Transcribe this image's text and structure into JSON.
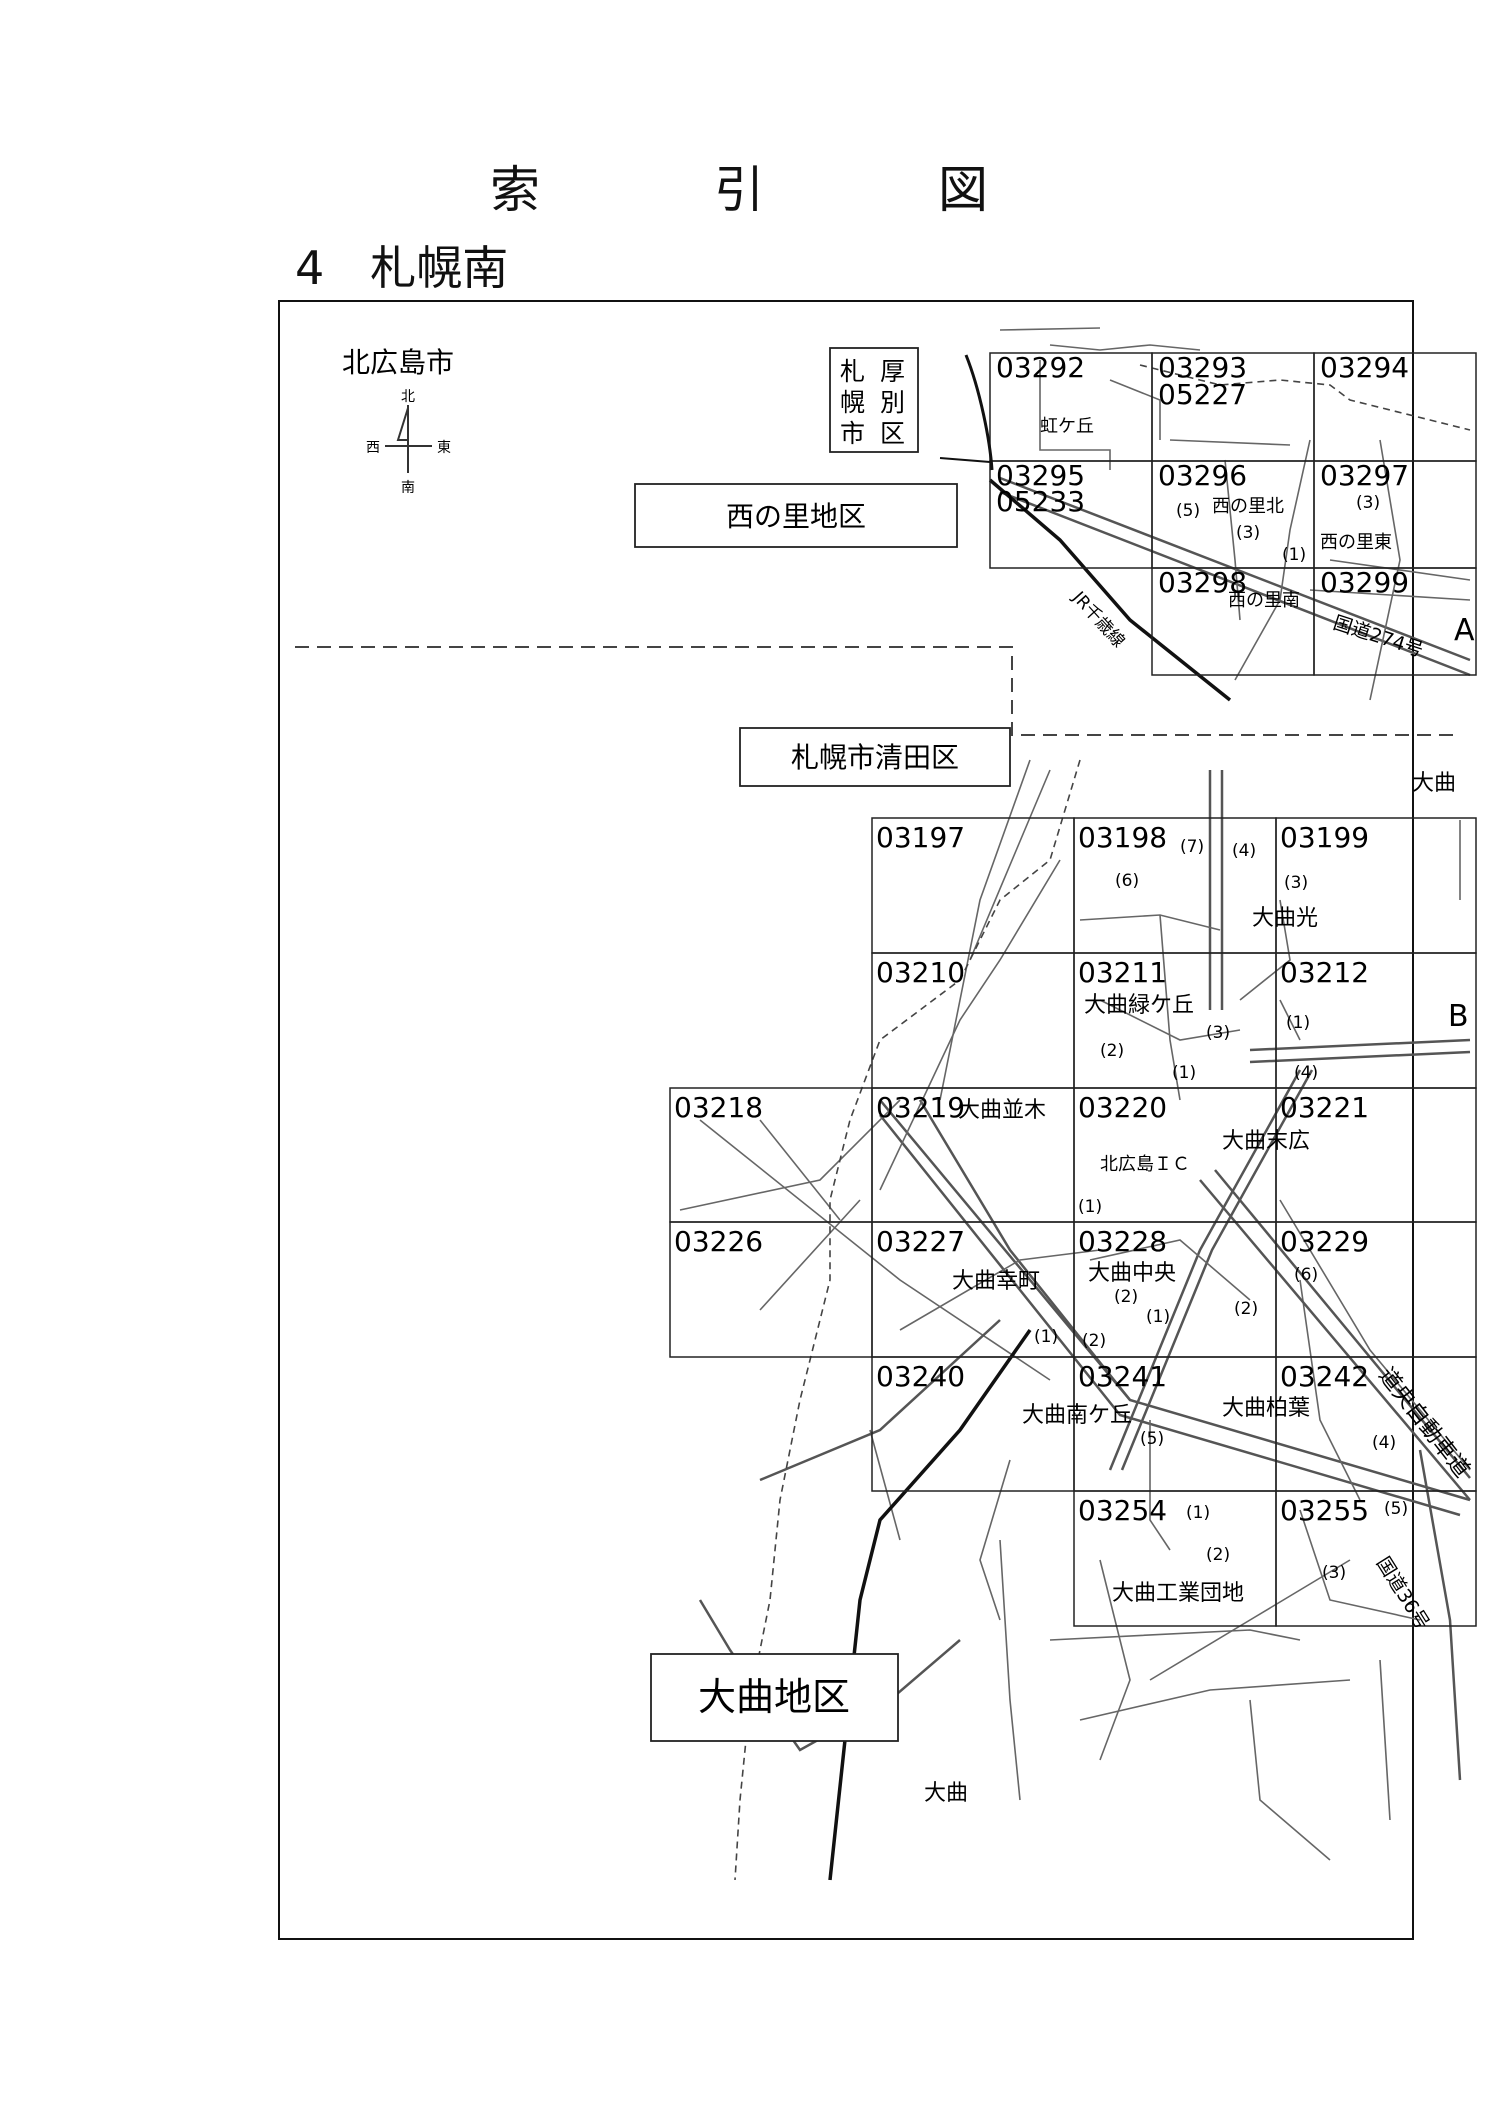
{
  "header": {
    "title": "索　引　図",
    "subtitle": "4　札幌南"
  },
  "map": {
    "city_label": "北広島市",
    "compass": {
      "north": "北",
      "south": "南",
      "east": "東",
      "west": "西"
    },
    "districts": {
      "nishinosato": "西の里地区",
      "kiyota": "札幌市清田区",
      "omagari": "大曲地区"
    },
    "boundary_box": [
      "札",
      "厚",
      "幌",
      "別",
      "市",
      "区"
    ],
    "route_labels": {
      "A": "A",
      "B": "B",
      "jr": "JR千歳線",
      "route274": "国道274号",
      "expressway": "道央自動車道",
      "route36": "国道36号"
    },
    "place_labels": {
      "nijigaoka": "虹ケ丘",
      "nishinosato_kita": "西の里北",
      "nishinosato_higashi": "西の里東",
      "nishinosato_minami": "西の里南",
      "omagari_ne": "大曲",
      "omagari_hikari": "大曲光",
      "omagari_midorigaoka": "大曲緑ケ丘",
      "omagari_namiki": "大曲並木",
      "omagari_suehiro": "大曲末広",
      "kitahiroshima_ic": "北広島ＩＣ",
      "omagari_saiwai": "大曲幸町",
      "omagari_chuo": "大曲中央",
      "omagari_minamigaoka": "大曲南ケ丘",
      "omagari_kashiwaba": "大曲柏葉",
      "omagari_kogyo": "大曲工業団地",
      "omagari_s": "大曲"
    },
    "sheets": [
      {
        "id": "03292",
        "lines": [
          "03292"
        ]
      },
      {
        "id": "03293",
        "lines": [
          "03293",
          "05227"
        ]
      },
      {
        "id": "03294",
        "lines": [
          "03294"
        ]
      },
      {
        "id": "03295",
        "lines": [
          "03295",
          "05233"
        ]
      },
      {
        "id": "03296",
        "lines": [
          "03296"
        ]
      },
      {
        "id": "03297",
        "lines": [
          "03297"
        ]
      },
      {
        "id": "03298",
        "lines": [
          "03298"
        ]
      },
      {
        "id": "03299",
        "lines": [
          "03299"
        ]
      },
      {
        "id": "03197",
        "lines": [
          "03197"
        ]
      },
      {
        "id": "03198",
        "lines": [
          "03198"
        ]
      },
      {
        "id": "03199",
        "lines": [
          "03199"
        ]
      },
      {
        "id": "03210",
        "lines": [
          "03210"
        ]
      },
      {
        "id": "03211",
        "lines": [
          "03211"
        ]
      },
      {
        "id": "03212",
        "lines": [
          "03212"
        ]
      },
      {
        "id": "03218",
        "lines": [
          "03218"
        ]
      },
      {
        "id": "03219",
        "lines": [
          "03219"
        ]
      },
      {
        "id": "03220",
        "lines": [
          "03220"
        ]
      },
      {
        "id": "03221",
        "lines": [
          "03221"
        ]
      },
      {
        "id": "03226",
        "lines": [
          "03226"
        ]
      },
      {
        "id": "03227",
        "lines": [
          "03227"
        ]
      },
      {
        "id": "03228",
        "lines": [
          "03228"
        ]
      },
      {
        "id": "03229",
        "lines": [
          "03229"
        ]
      },
      {
        "id": "03240",
        "lines": [
          "03240"
        ]
      },
      {
        "id": "03241",
        "lines": [
          "03241"
        ]
      },
      {
        "id": "03242",
        "lines": [
          "03242"
        ]
      },
      {
        "id": "03254",
        "lines": [
          "03254"
        ]
      },
      {
        "id": "03255",
        "lines": [
          "03255"
        ]
      }
    ],
    "block_numbers": [
      "(5)",
      "(3)",
      "(3)",
      "(1)",
      "(7)",
      "(4)",
      "(6)",
      "(3)",
      "(3)",
      "(2)",
      "(1)",
      "(1)",
      "(4)",
      "(1)",
      "(6)",
      "(2)",
      "(1)",
      "(2)",
      "(1)",
      "(2)",
      "(5)",
      "(4)",
      "(1)",
      "(2)",
      "(5)",
      "(3)"
    ]
  }
}
